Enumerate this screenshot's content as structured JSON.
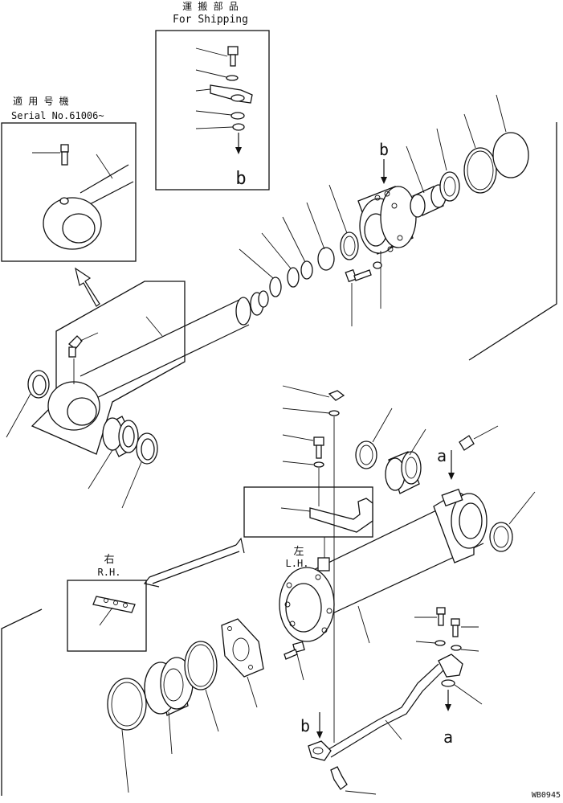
{
  "shipping_box": {
    "title_jp": "運 搬 部 品",
    "title_en": "For Shipping",
    "ref_letter": "b"
  },
  "serial_box": {
    "title_jp": "適 用 号 機",
    "title_en": "Serial No.61006~"
  },
  "left_label": {
    "jp": "左",
    "en": "L.H."
  },
  "right_label": {
    "jp": "右",
    "en": "R.H."
  },
  "ref_letters": {
    "head_b": "b",
    "cylinder_a": "a",
    "pipe_a": "a",
    "pipe_b": "b"
  },
  "drawing_code": "WB0945"
}
